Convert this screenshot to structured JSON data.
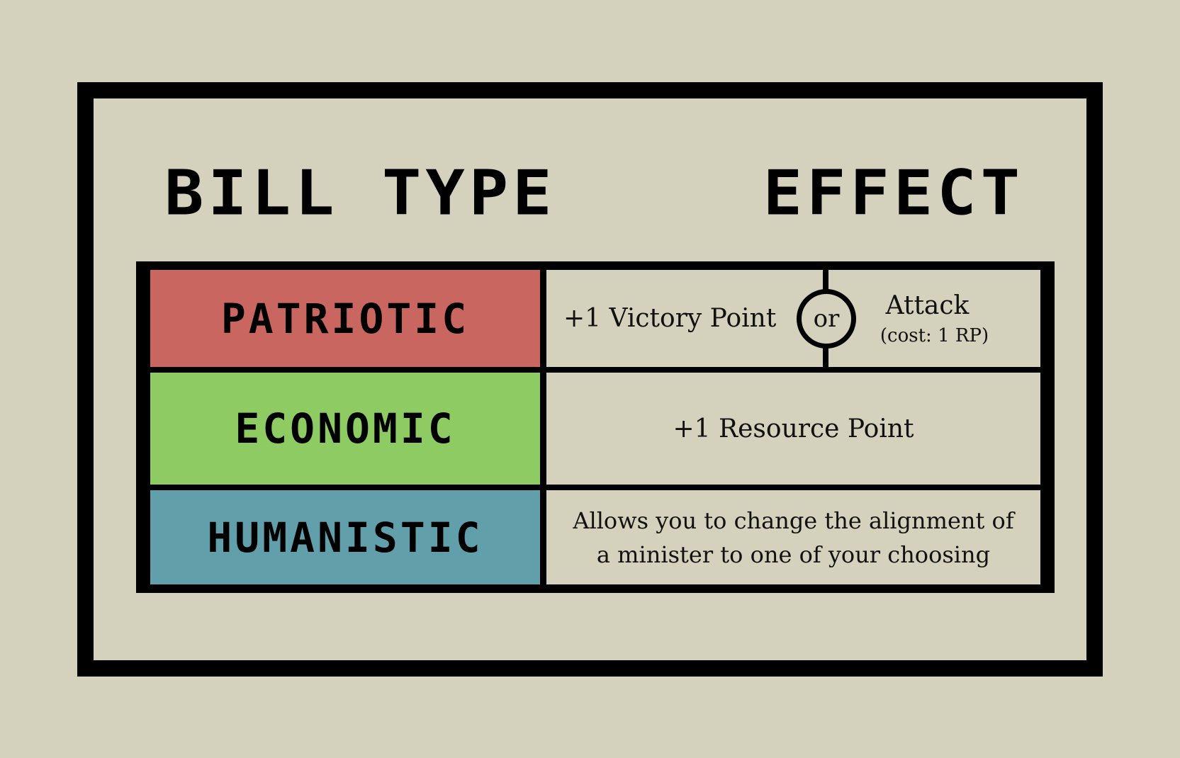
{
  "header": {
    "bill_type_label": "BILL TYPE",
    "effect_label": "EFFECT"
  },
  "rows": [
    {
      "type": "PATRIOTIC",
      "color": "#c9665f",
      "effect_option_a": "+1 Victory Point",
      "or_label": "or",
      "effect_option_b": "Attack",
      "effect_option_b_note": "(cost: 1 RP)"
    },
    {
      "type": "ECONOMIC",
      "color": "#8ecb62",
      "effect": "+1 Resource Point"
    },
    {
      "type": "HUMANISTIC",
      "color": "#61a0aa",
      "effect_line_1": "Allows you to change the alignment of",
      "effect_line_2": "a minister to one of your choosing"
    }
  ],
  "colors": {
    "background": "#d4d2bc",
    "border": "#000000"
  }
}
